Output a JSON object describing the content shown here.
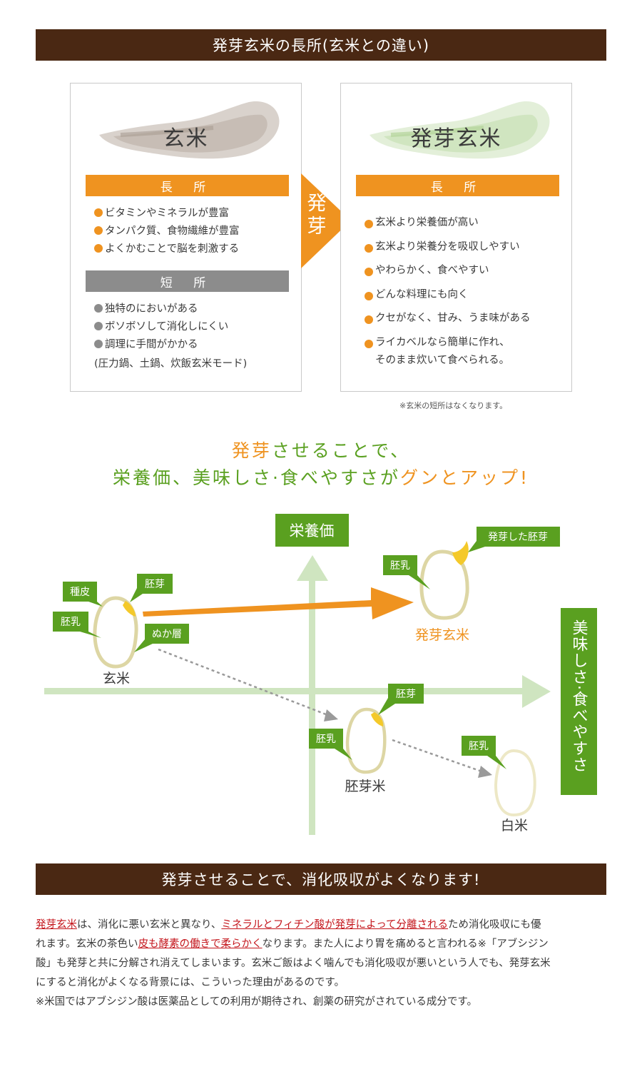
{
  "section1": {
    "title": "発芽玄米の長所(玄米との違い)"
  },
  "brown_rice": {
    "title": "玄米",
    "pros_header": "長 所",
    "pros": [
      "ビタミンやミネラルが豊富",
      "タンパク質、食物繊維が豊富",
      "よくかむことで脳を刺激する"
    ],
    "cons_header": "短 所",
    "cons": [
      "独特のにおいがある",
      "ボソボソして消化しにくい",
      "調理に手間がかかる"
    ],
    "cons_note": "(圧力鍋、土鍋、炊飯玄米モード)"
  },
  "arrow_label": "発芽",
  "germinated_rice": {
    "title": "発芽玄米",
    "pros_header": "長 所",
    "pros": [
      "玄米より栄養価が高い",
      "玄米より栄養分を吸収しやすい",
      "やわらかく、食べやすい",
      "どんな料理にも向く",
      "クセがなく、甘み、うま味がある",
      "ライカベルなら簡単に作れ、"
    ],
    "pros_last_line2": "そのまま炊いて食べられる。"
  },
  "footnote": "※玄米の短所はなくなります。",
  "headline": {
    "line1_a": "発芽",
    "line1_b": "させることで、",
    "line2_a": "栄養価、美味しさ·食べやすさが",
    "line2_b": "グンとアップ!"
  },
  "chart": {
    "y_axis_label": "栄養価",
    "x_axis_label": "美味しさ·食べやすさ",
    "rice": [
      {
        "name": "玄米",
        "parts": [
          "種皮",
          "胚芽",
          "胚乳",
          "ぬか層"
        ]
      },
      {
        "name": "発芽玄米",
        "parts": [
          "胚乳",
          "発芽した胚芽"
        ]
      },
      {
        "name": "胚芽米",
        "parts": [
          "胚芽",
          "胚乳"
        ]
      },
      {
        "name": "白米",
        "parts": [
          "胚乳"
        ]
      }
    ]
  },
  "section2": {
    "title": "発芽させることで、消化吸収がよくなります!"
  },
  "body": {
    "p1_red1": "発芽玄米",
    "p1_a": "は、消化に悪い玄米と異なり、",
    "p1_red2": "ミネラルとフィチン酸が発芽によって分離される",
    "p1_b": "ため消化吸収にも優",
    "p2_a": "れます。玄米の茶色い",
    "p2_red": "皮も酵素の働きで柔らかく",
    "p2_b": "なります。また人により胃を痛めると言われる※「アブシジン",
    "p3": "酸」も発芽と共に分解され消えてしまいます。玄米ご飯はよく噛んでも消化吸収が悪いという人でも、発芽玄米",
    "p4": "にすると消化がよくなる背景には、こういった理由があるのです。",
    "p5": "※米国ではアブシジン酸は医薬品としての利用が期待され、創薬の研究がされている成分です。"
  },
  "colors": {
    "brown_bar": "#4a2813",
    "orange": "#ef9320",
    "green": "#5aa020",
    "gray": "#8c8c8c",
    "red_link": "#c4161c"
  }
}
